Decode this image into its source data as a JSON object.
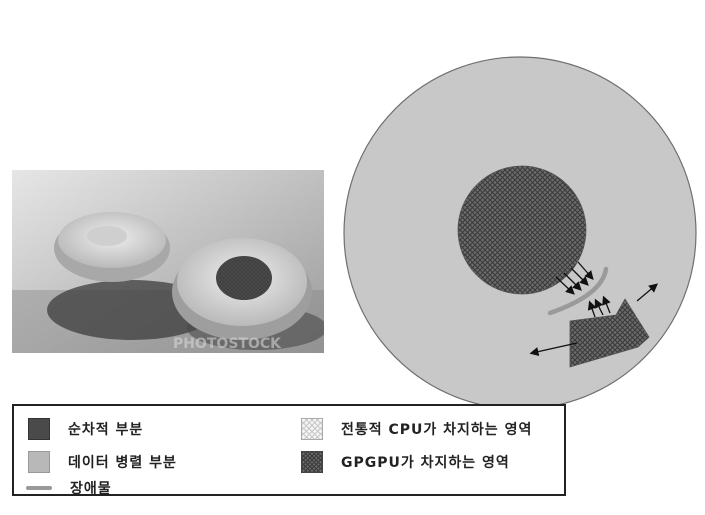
{
  "photo": {
    "watermark": "PHOTOSTOCK"
  },
  "legend": {
    "sequential": "순차적 부분",
    "data_parallel": "데이터 병렬 부분",
    "obstacle": "장애물",
    "cpu_region": "전통적 CPU가 차지하는 영역",
    "gpgpu_region": "GPGPU가 차지하는 영역"
  },
  "colors": {
    "sequential": "#4a4a4a",
    "data_parallel": "#b8b8b8",
    "obstacle": "#999999",
    "outer_circle": "#c8c8c8"
  }
}
